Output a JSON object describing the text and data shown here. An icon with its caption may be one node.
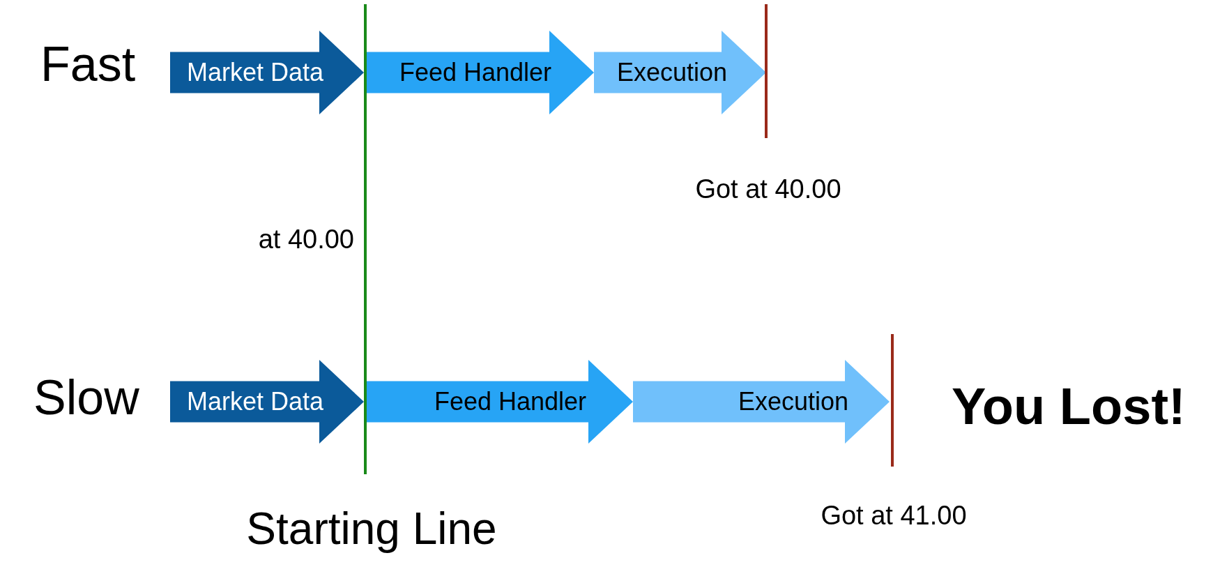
{
  "diagram": {
    "nodes": [
      {
        "text": [
          "Market Data"
        ]
      },
      {
        "text": [
          "Feed Handler"
        ]
      },
      {
        "text": [
          "Execution"
        ]
      },
      {
        "text": [
          "Market Data"
        ]
      },
      {
        "text": [
          "Feed Handler"
        ]
      },
      {
        "text": [
          "Execution"
        ]
      }
    ],
    "labels": [
      "Fast",
      "Got at 40.00",
      "at 40.00",
      "Slow",
      "You Lost!",
      "Starting Line",
      "Got at 41.00"
    ]
  }
}
